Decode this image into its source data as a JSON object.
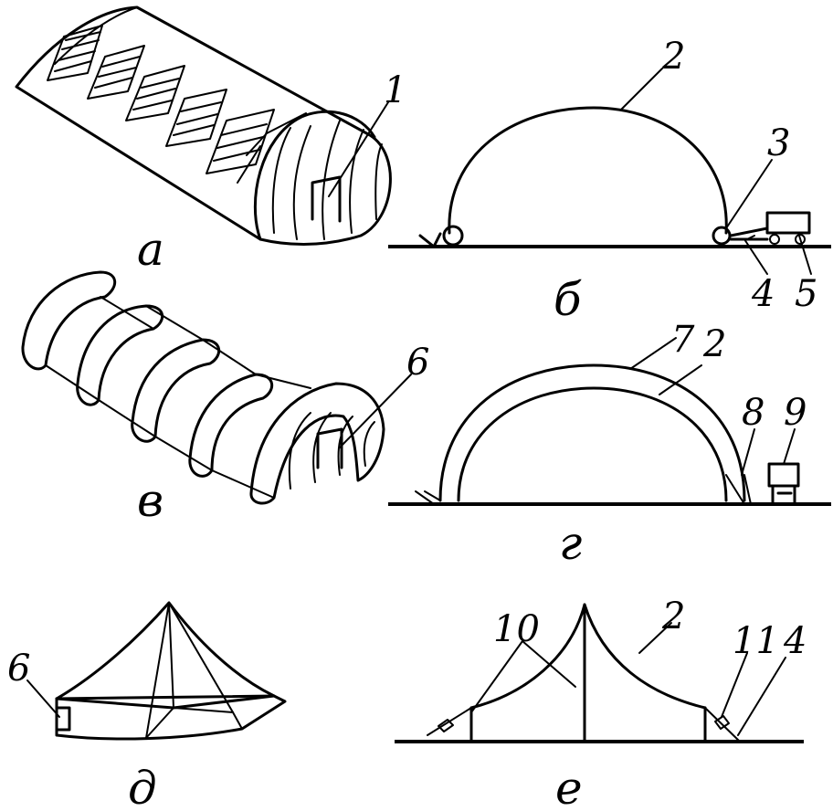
{
  "panels": {
    "a": {
      "caption": "а",
      "labels": [
        "1"
      ]
    },
    "b": {
      "caption": "б",
      "labels": [
        "2",
        "3",
        "4",
        "5"
      ]
    },
    "v": {
      "caption": "в",
      "labels": [
        "6"
      ]
    },
    "g": {
      "caption": "г",
      "labels": [
        "7",
        "2",
        "8",
        "9"
      ]
    },
    "d": {
      "caption": "д",
      "labels": [
        "6"
      ]
    },
    "e": {
      "caption": "е",
      "labels": [
        "10",
        "2",
        "11",
        "4"
      ]
    }
  }
}
